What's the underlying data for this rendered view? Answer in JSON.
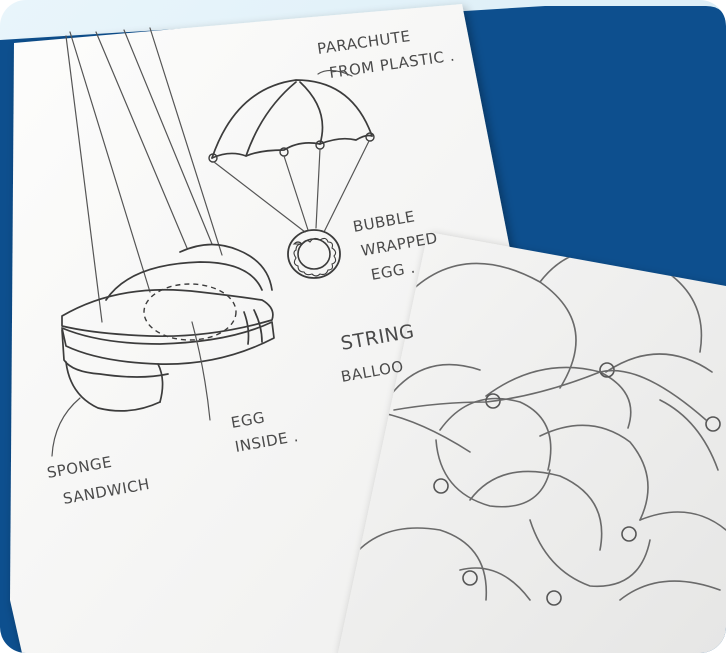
{
  "colors": {
    "background_blue": "#0d4f8e",
    "frame_light": "#e3f2f9",
    "paper": "#f7f7f6",
    "ink": "#3c3c3c"
  },
  "sketch_labels": {
    "parachute_line1": "PARACHUTE",
    "parachute_line2": "FROM PLASTIC .",
    "bubble_line1": "BUBBLE",
    "bubble_line2": "WRAPPED",
    "bubble_line3": "EGG .",
    "egg_line1": "EGG",
    "egg_line2": "INSIDE .",
    "sponge_line1": "SPONGE",
    "sponge_line2": "SANDWICH",
    "string_text": "STRING",
    "balloon_text": "BALLOO"
  }
}
